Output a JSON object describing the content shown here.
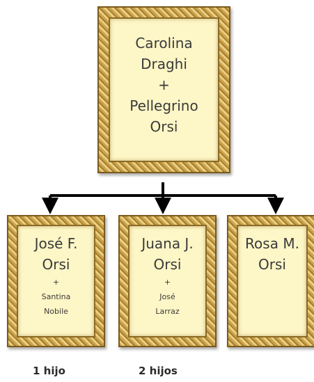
{
  "parents": {
    "line1": "Carolina",
    "line2": "Draghi",
    "plus": "+",
    "line3": "Pellegrino",
    "line4": "Orsi"
  },
  "children": [
    {
      "line1": "José F.",
      "line2": "Orsi",
      "plus": "+",
      "spouse1": "Santina",
      "spouse2": "Nobile"
    },
    {
      "line1": "Juana J.",
      "line2": "Orsi",
      "plus": "+",
      "spouse1": "José",
      "spouse2": "Larraz"
    },
    {
      "line1": "Rosa M.",
      "line2": "Orsi"
    }
  ],
  "counts": [
    "1 hijo",
    "2 hijos"
  ],
  "colors": {
    "frame_gold": "#c9a24a",
    "inner_cream": "#fdf6c6",
    "connector": "#000000"
  }
}
